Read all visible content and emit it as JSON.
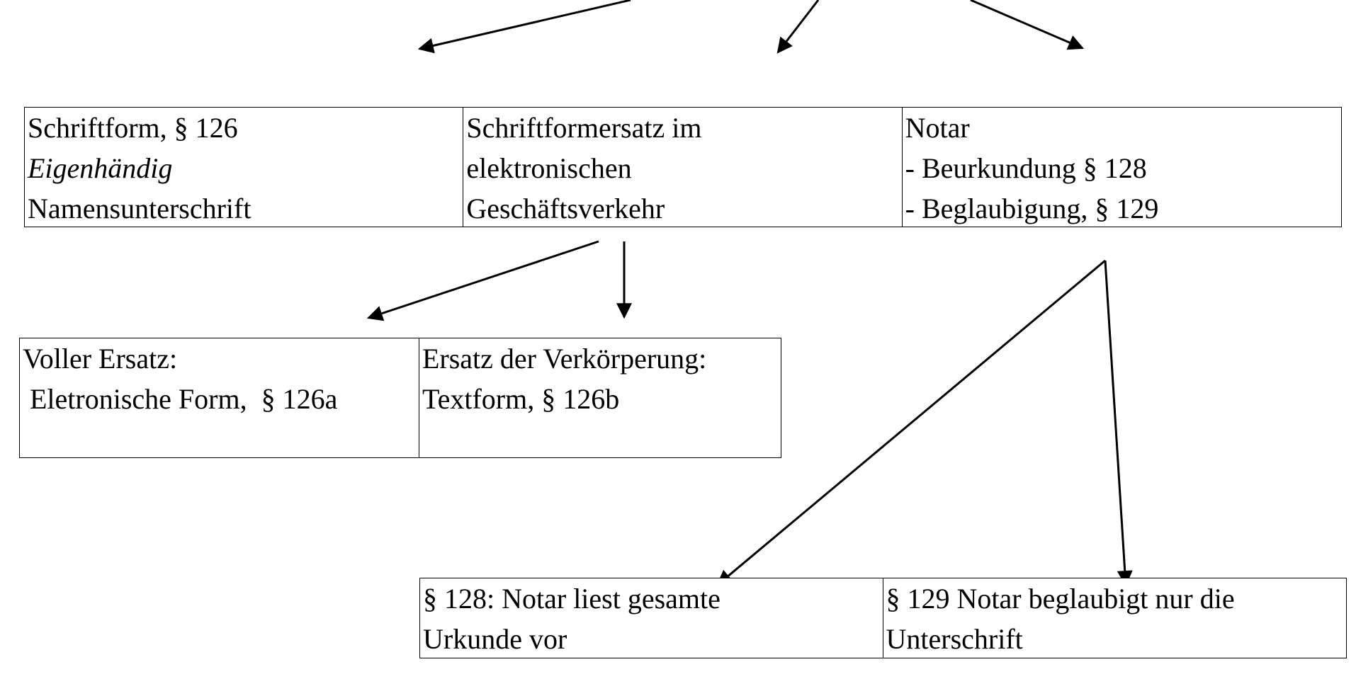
{
  "top_row": {
    "schriftform": {
      "line1": "Schriftform, § 126",
      "line2": "Eigenhändig",
      "line3": "Namensunterschrift"
    },
    "schriftformersatz": {
      "line1": "Schriftformersatz im",
      "line2": "elektronischen",
      "line3": "Geschäftsverkehr"
    },
    "notar": {
      "line1": "Notar",
      "line2": "- Beurkundung § 128",
      "line3": "- Beglaubigung, § 129"
    }
  },
  "middle_row": {
    "voller_ersatz": {
      "line1": "Voller Ersatz:",
      "line2": " Eletronische Form,  § 126a"
    },
    "ersatz_verkoerperung": {
      "line1": "Ersatz der Verkörperung:",
      "line2": "Textform, § 126b"
    }
  },
  "bottom_row": {
    "beurkundung": {
      "line1": "§ 128: Notar liest gesamte",
      "line2": "Urkunde vor"
    },
    "beglaubigung": {
      "line1": "§ 129 Notar beglaubigt nur die",
      "line2": "Unterschrift"
    }
  },
  "colors": {
    "line": "#000000",
    "background": "#ffffff"
  }
}
